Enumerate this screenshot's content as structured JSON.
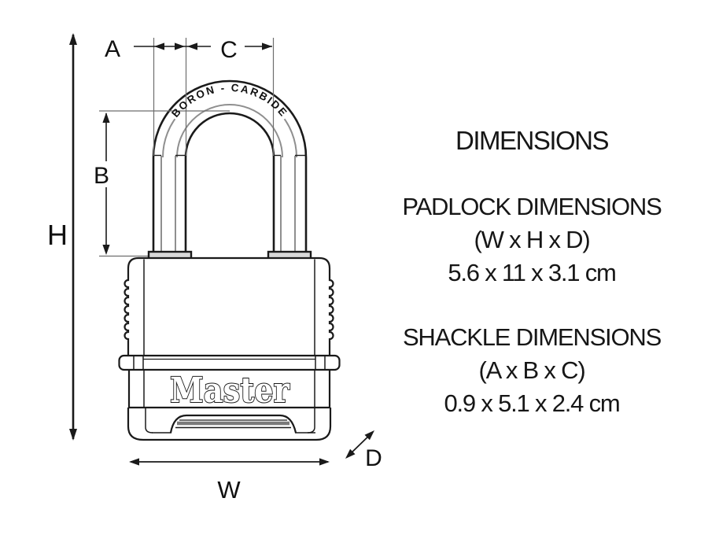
{
  "panel": {
    "title": "DIMENSIONS",
    "padlock": {
      "heading": "PADLOCK DIMENSIONS",
      "formula": "(W x H x D)",
      "value": "5.6 x 11 x 3.1 cm"
    },
    "shackle": {
      "heading": "SHACKLE DIMENSIONS",
      "formula": "(A x B x C)",
      "value": "0.9 x 5.1 x 2.4 cm"
    }
  },
  "diagram": {
    "labels": {
      "a": "A",
      "b": "B",
      "c": "C",
      "d": "D",
      "h": "H",
      "w": "W"
    },
    "shackle_text": "BORON - CARBIDE",
    "brand": "Master",
    "colors": {
      "line": "#1a1a1a",
      "sleeve_gray": "#8f8f8f",
      "extension_gray": "#6e6e6e",
      "dial_gray": "#7a7a7a"
    }
  }
}
